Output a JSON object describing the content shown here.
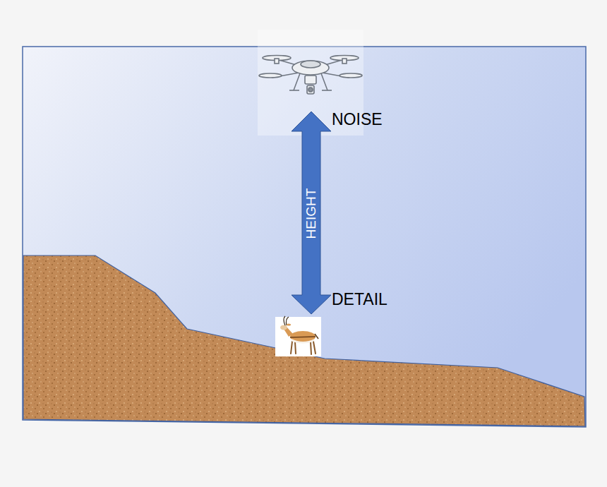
{
  "diagram": {
    "labels": [
      "NOISE",
      "HEIGHT",
      "DETAIL"
    ]
  }
}
